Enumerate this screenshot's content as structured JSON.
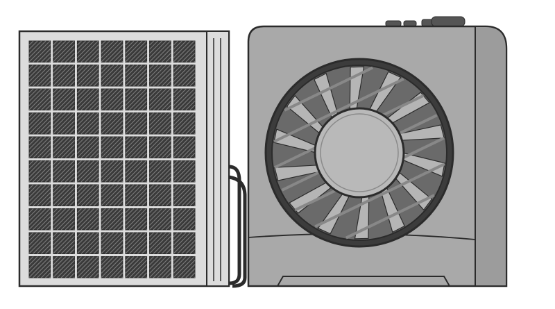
{
  "colors": {
    "background": "#ffffff",
    "outline": "#2b2b2b",
    "condenser_frame": "#dcdcdc",
    "grille_cell": "#3a3a3a",
    "grille_hatch": "#7a7a7a",
    "housing": "#a9a9a9",
    "housing_side": "#9c9c9c",
    "fan_ring": "#3c3c3c",
    "fan_blade": "#b5b5b5",
    "hub": "#b9b9b9"
  },
  "grille": {
    "columns": 7,
    "rows": 10
  },
  "fan": {
    "blade_count": 14
  }
}
